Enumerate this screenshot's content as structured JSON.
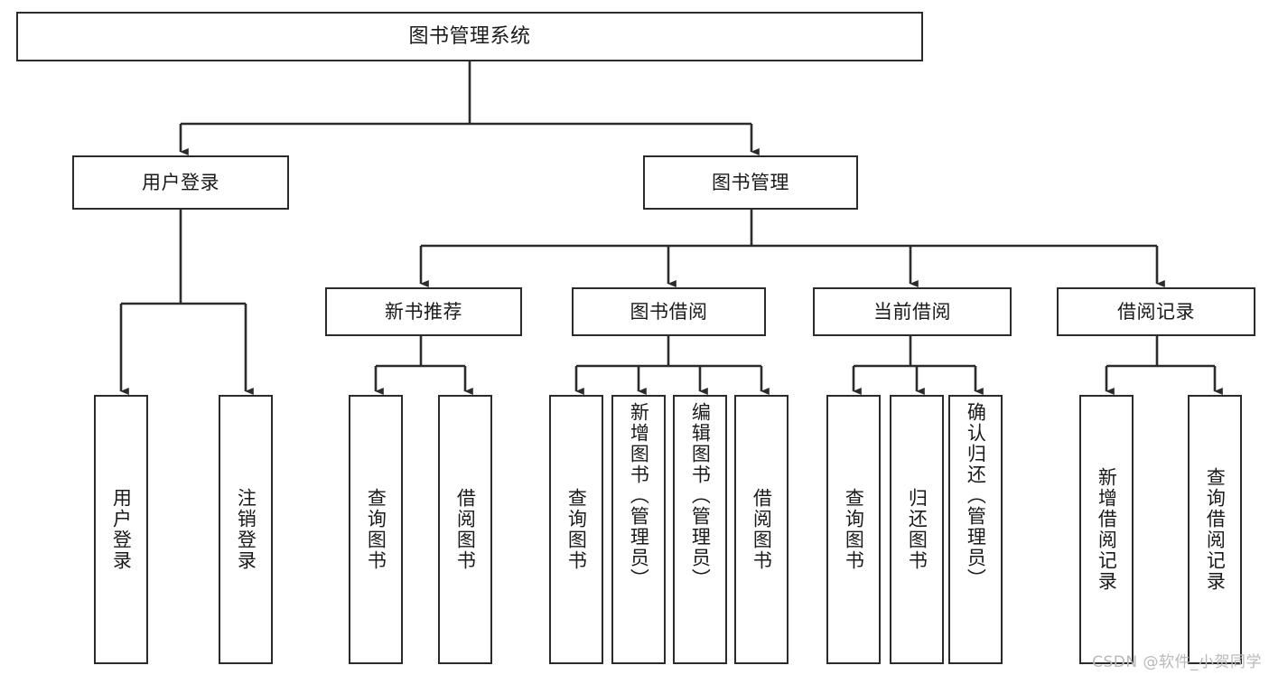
{
  "diagram": {
    "title": "图书管理系统",
    "type": "功能结构图",
    "line_color": "#2b2b2b",
    "box_fill": "#ffffff",
    "text_color": "#1a1a1a"
  },
  "root": {
    "label": "图书管理系统"
  },
  "level2": [
    {
      "id": "user-login",
      "label": "用户登录"
    },
    {
      "id": "book-manage",
      "label": "图书管理"
    }
  ],
  "level3": [
    {
      "id": "new-book-recommend",
      "label": "新书推荐"
    },
    {
      "id": "book-borrow",
      "label": "图书借阅"
    },
    {
      "id": "current-borrow",
      "label": "当前借阅"
    },
    {
      "id": "borrow-record",
      "label": "借阅记录"
    }
  ],
  "leaves": {
    "user_login": [
      {
        "id": "leaf-user-login",
        "label": "用户登录"
      },
      {
        "id": "leaf-logout-login",
        "label": "注销登录"
      }
    ],
    "new_book_recommend": [
      {
        "id": "leaf-query-book-1",
        "label": "查询图书"
      },
      {
        "id": "leaf-borrow-book-1",
        "label": "借阅图书"
      }
    ],
    "book_borrow": [
      {
        "id": "leaf-query-book-2",
        "label": "查询图书"
      },
      {
        "id": "leaf-add-book",
        "label": "新增图书（管理员）"
      },
      {
        "id": "leaf-edit-book",
        "label": "编辑图书（管理员）"
      },
      {
        "id": "leaf-borrow-book-2",
        "label": "借阅图书"
      }
    ],
    "current_borrow": [
      {
        "id": "leaf-query-book-3",
        "label": "查询图书"
      },
      {
        "id": "leaf-return-book",
        "label": "归还图书"
      },
      {
        "id": "leaf-confirm-return",
        "label": "确认归还（管理员）"
      }
    ],
    "borrow_record": [
      {
        "id": "leaf-add-record",
        "label": "新增借阅记录"
      },
      {
        "id": "leaf-query-record",
        "label": "查询借阅记录"
      }
    ]
  },
  "watermark": {
    "text": "CSDN @软件_小贺同学"
  }
}
